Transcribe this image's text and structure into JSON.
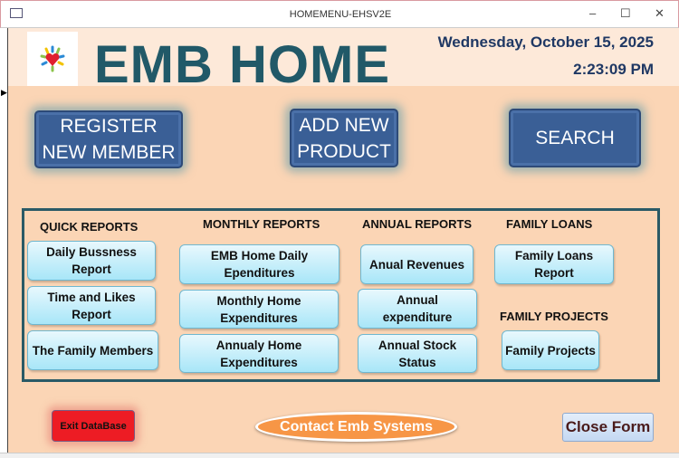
{
  "window": {
    "title": "HOMEMENU-EHSV2E",
    "minimize": "–",
    "maximize": "☐",
    "close": "✕"
  },
  "header": {
    "title": "EMB HOME",
    "date": "Wednesday, October 15, 2025",
    "time": "2:23:09 PM"
  },
  "main_buttons": {
    "register": "REGISTER NEW MEMBER",
    "add_product": "ADD NEW PRODUCT",
    "search": "SEARCH"
  },
  "sections": {
    "quick": {
      "label": "QUICK REPORTS",
      "items": [
        "Daily Bussness Report",
        "Time and Likes Report",
        "The Family Members"
      ]
    },
    "monthly": {
      "label": "MONTHLY REPORTS",
      "items": [
        "EMB Home Daily Ependitures",
        "Monthly Home Expenditures",
        "Annualy Home Expenditures"
      ]
    },
    "annual": {
      "label": "ANNUAL REPORTS",
      "items": [
        "Anual Revenues",
        "Annual expenditure",
        "Annual Stock Status"
      ]
    },
    "loans": {
      "label": "FAMILY LOANS",
      "items": [
        "Family Loans Report"
      ]
    },
    "projects": {
      "label": "FAMILY PROJECTS",
      "items": [
        "Family Projects"
      ]
    }
  },
  "footer": {
    "exit": "Exit DataBase",
    "contact": "Contact Emb Systems",
    "close": "Close Form"
  },
  "colors": {
    "title": "#215968",
    "accent": "#3a5f96",
    "body": "#fbd5b5"
  }
}
